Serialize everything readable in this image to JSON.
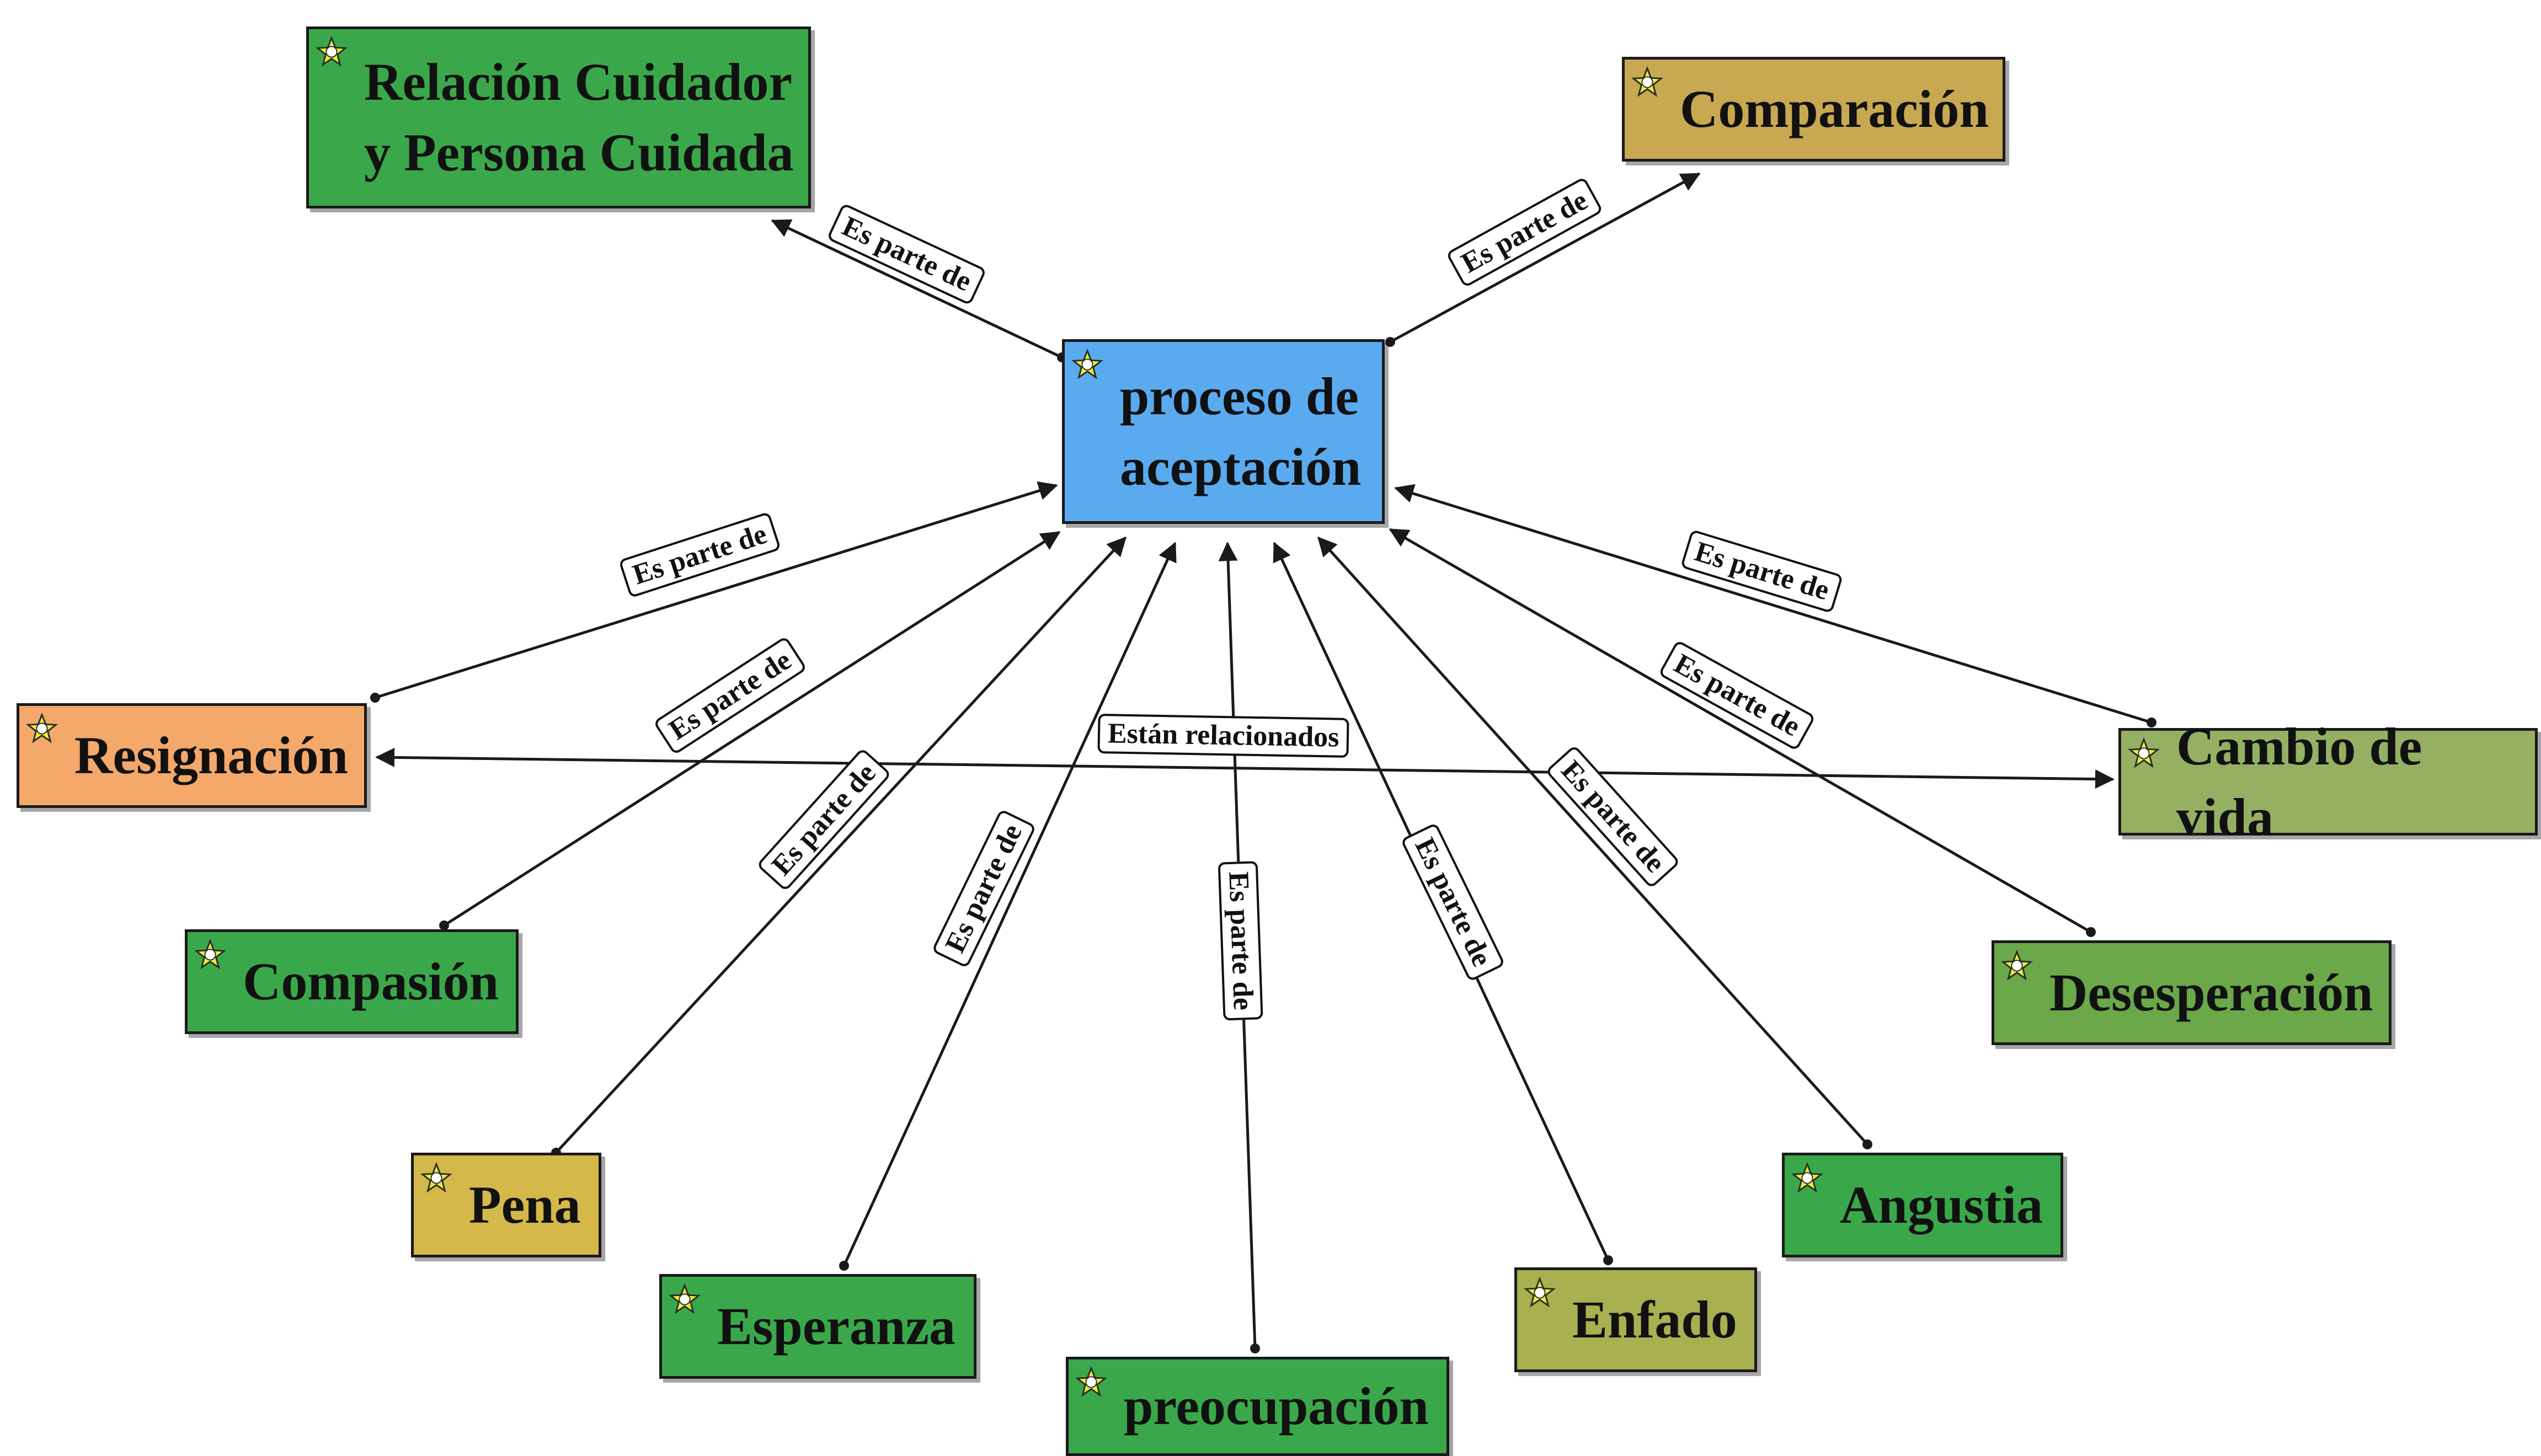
{
  "colors": {
    "center": "#5aaaf0",
    "green": "#3aa84a",
    "mid_green": "#6aa84a",
    "olive": "#96b063",
    "khaki": "#a8b050",
    "gold": "#c8a850",
    "yellow": "#d4b84a",
    "orange": "#f4a86a",
    "edge": "#1a1a1a"
  },
  "nodes": {
    "center": {
      "label": "proceso de\naceptación",
      "icon": "concept-bulb-icon"
    },
    "relacion": {
      "label": "Relación Cuidador\ny Persona Cuidada",
      "icon": "concept-bulb-icon"
    },
    "comparacion": {
      "label": "Comparación",
      "icon": "concept-bulb-icon"
    },
    "resignacion": {
      "label": "Resignación",
      "icon": "concept-bulb-icon"
    },
    "cambio": {
      "label": "Cambio de vida",
      "icon": "concept-bulb-icon"
    },
    "compasion": {
      "label": "Compasión",
      "icon": "concept-bulb-icon"
    },
    "desesperacion": {
      "label": "Desesperación",
      "icon": "concept-bulb-icon"
    },
    "pena": {
      "label": "Pena",
      "icon": "concept-bulb-icon"
    },
    "angustia": {
      "label": "Angustia",
      "icon": "concept-bulb-icon"
    },
    "esperanza": {
      "label": "Esperanza",
      "icon": "concept-bulb-icon"
    },
    "enfado": {
      "label": "Enfado",
      "icon": "concept-bulb-icon"
    },
    "preocupacion": {
      "label": "preocupación",
      "icon": "concept-bulb-icon"
    }
  },
  "edges": {
    "part_of": "Es parte de",
    "related": "Están relacionados"
  }
}
